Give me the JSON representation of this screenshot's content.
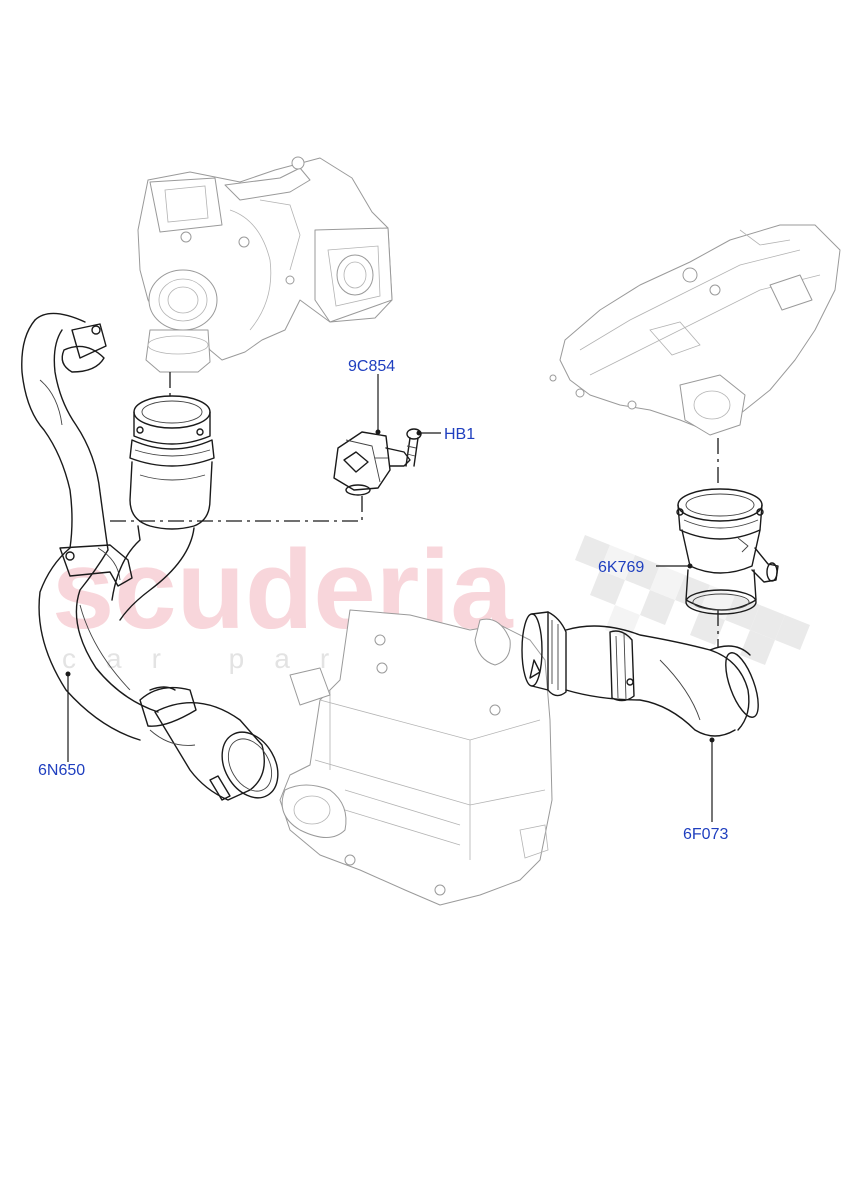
{
  "watermark": {
    "brand": "scuderia",
    "tagline": "car parts",
    "brand_color": "#f6c9cf"
  },
  "labels": [
    {
      "id": "9C854",
      "text": "9C854"
    },
    {
      "id": "HB1",
      "text": "HB1"
    },
    {
      "id": "6K769",
      "text": "6K769"
    },
    {
      "id": "6N650",
      "text": "6N650"
    },
    {
      "id": "6F073",
      "text": "6F073"
    }
  ],
  "colors": {
    "label_text": "#1f3fbf",
    "line_art": "#1a1a1a",
    "context_parts": "#9a9a9a"
  }
}
